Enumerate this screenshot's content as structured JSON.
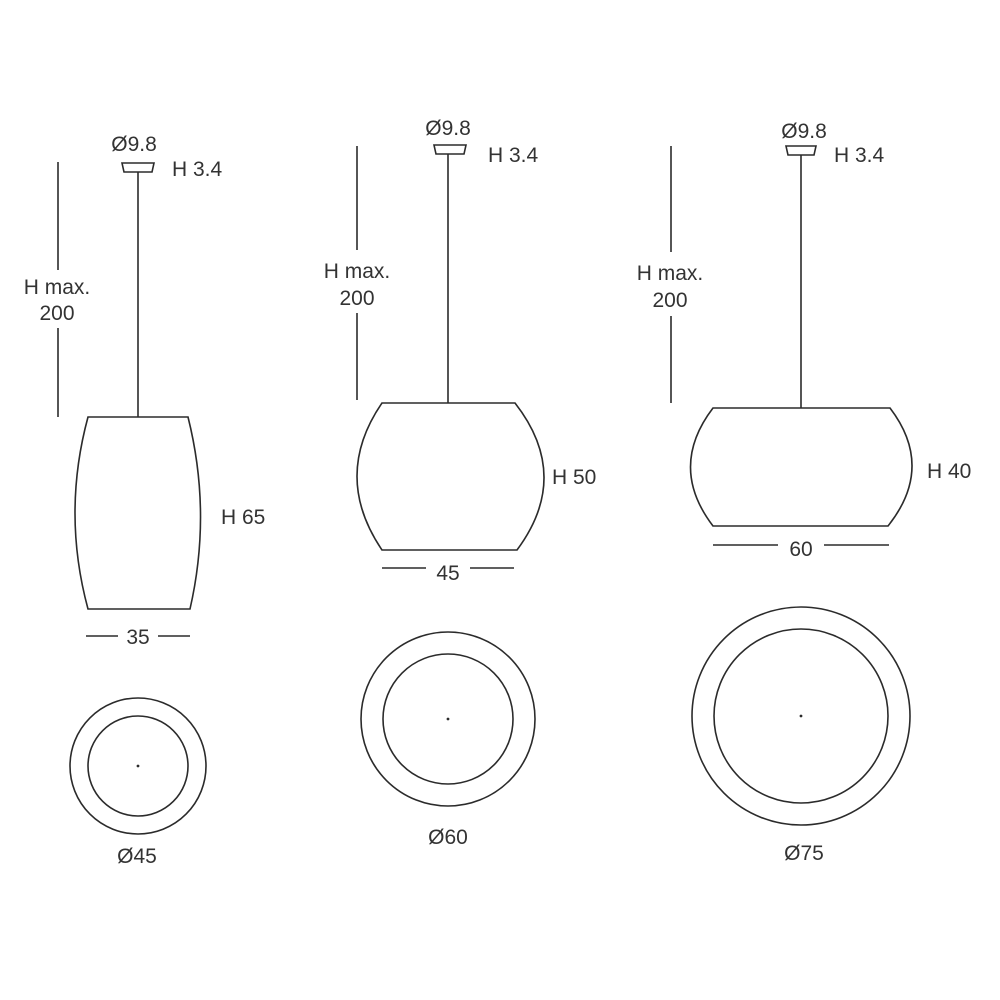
{
  "lamps": [
    {
      "canopy_diameter": "Ø9.8",
      "canopy_height": "H 3.4",
      "max_height_line1": "H max.",
      "max_height_line2": "200",
      "shade_height": "H 65",
      "shade_width": "35",
      "outer_diameter": "Ø45"
    },
    {
      "canopy_diameter": "Ø9.8",
      "canopy_height": "H 3.4",
      "max_height_line1": "H max.",
      "max_height_line2": "200",
      "shade_height": "H 50",
      "shade_width": "45",
      "outer_diameter": "Ø60"
    },
    {
      "canopy_diameter": "Ø9.8",
      "canopy_height": "H 3.4",
      "max_height_line1": "H max.",
      "max_height_line2": "200",
      "shade_height": "H 40",
      "shade_width": "60",
      "outer_diameter": "Ø75"
    }
  ]
}
